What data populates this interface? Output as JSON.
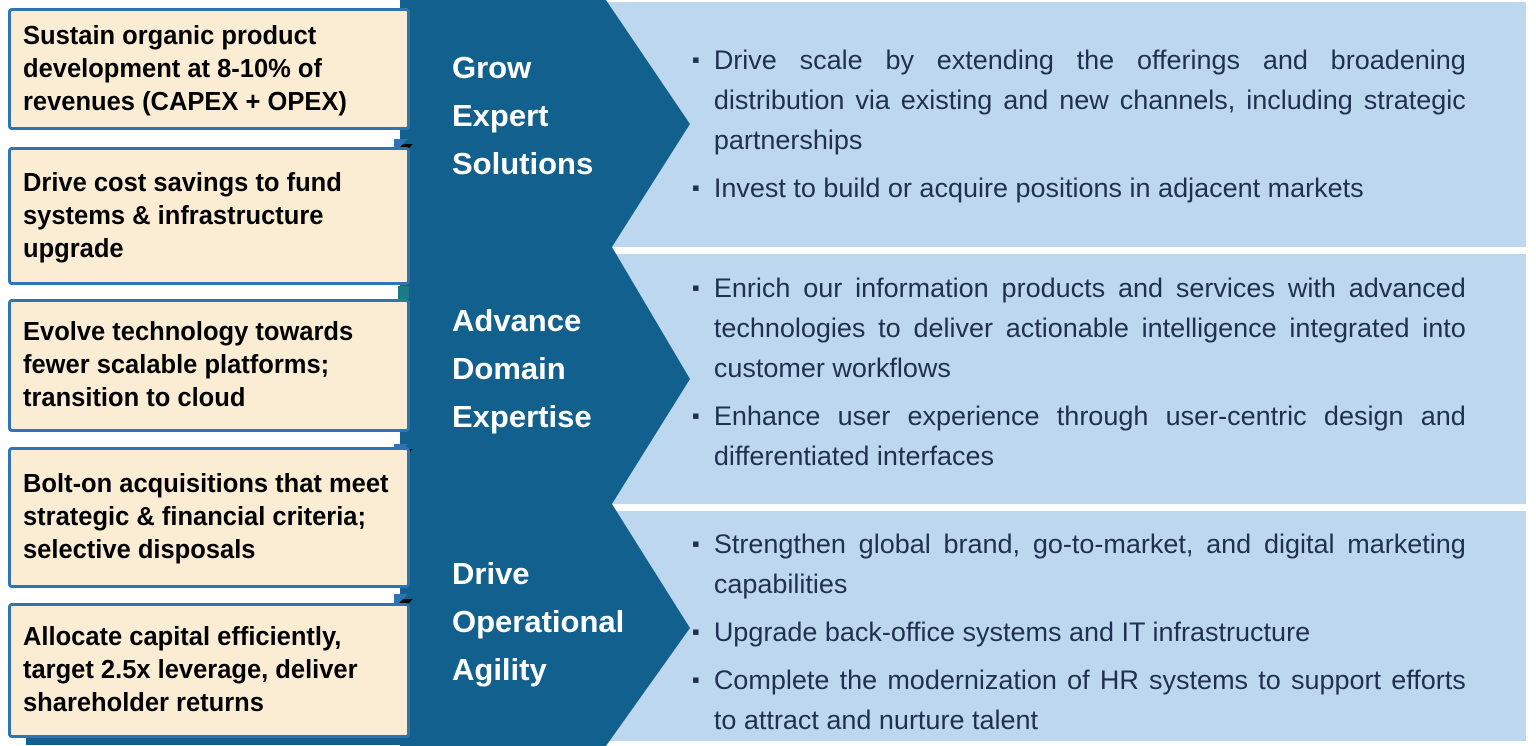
{
  "colors": {
    "dark_blue": "#12608E",
    "light_blue": "#BDD7EE",
    "cream": "#FBEDD3",
    "box_border": "#2E74B5",
    "bullet_text": "#1F3050"
  },
  "glyphs": {
    "bullet": "▪"
  },
  "left_boxes": [
    "Sustain organic product development at 8-10% of revenues (CAPEX + OPEX)",
    "Drive cost savings to fund systems & infrastructure upgrade",
    "Evolve technology towards fewer scalable platforms; transition to cloud",
    "Bolt-on acquisitions that meet strategic & financial criteria; selective disposals",
    "Allocate capital efficiently, target 2.5x leverage, deliver shareholder returns"
  ],
  "sections": [
    {
      "title": "Grow\nExpert\nSolutions",
      "bullets": [
        "Drive scale by extending the offerings and broadening distribution via existing and new channels, including strategic partnerships",
        "Invest to build or acquire positions in adjacent markets"
      ]
    },
    {
      "title": "Advance\nDomain\nExpertise",
      "bullets": [
        "Enrich our information products and services with advanced technologies to deliver actionable intelligence integrated into customer workflows",
        "Enhance user experience through user-centric design and differentiated interfaces"
      ]
    },
    {
      "title": "Drive\nOperational\nAgility",
      "bullets": [
        "Strengthen global brand, go-to-market, and digital marketing capabilities",
        "Upgrade back-office systems and IT infrastructure",
        "Complete the modernization of HR systems to support efforts to attract and nurture talent"
      ]
    }
  ]
}
